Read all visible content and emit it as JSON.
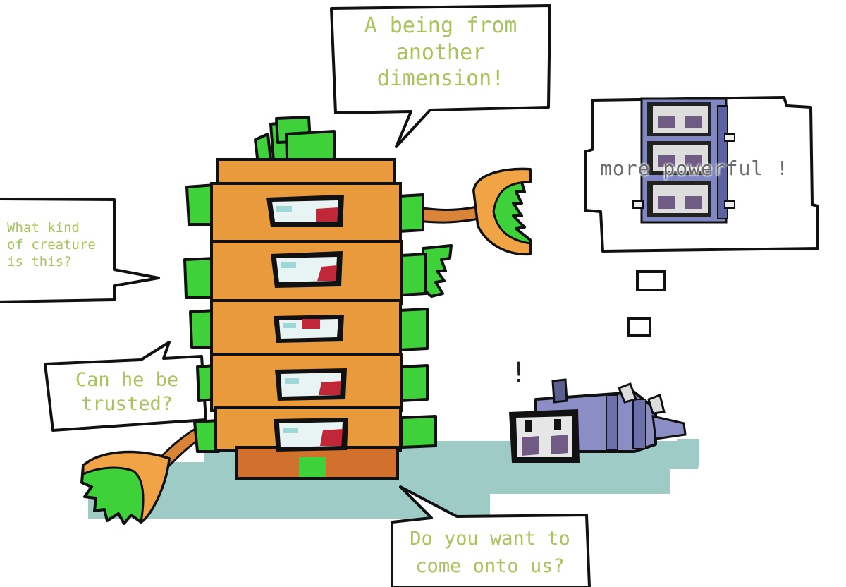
{
  "bubbles": {
    "top": "A being from\nanother\ndimension!",
    "left": "What kind\nof creature\nis this?",
    "middle_left": "Can he be\ntrusted?",
    "bottom": "Do you want to\ncome onto us?"
  },
  "thought": {
    "text": "more powerful !"
  },
  "exclamation": "!",
  "colors": {
    "text_green": "#a6c45a",
    "body_orange": "#e89a3c",
    "leaf_green": "#3fd13a",
    "shadow_teal": "#9ecbc6",
    "creature_gray": "#8a8ec4",
    "outline": "#111111"
  }
}
